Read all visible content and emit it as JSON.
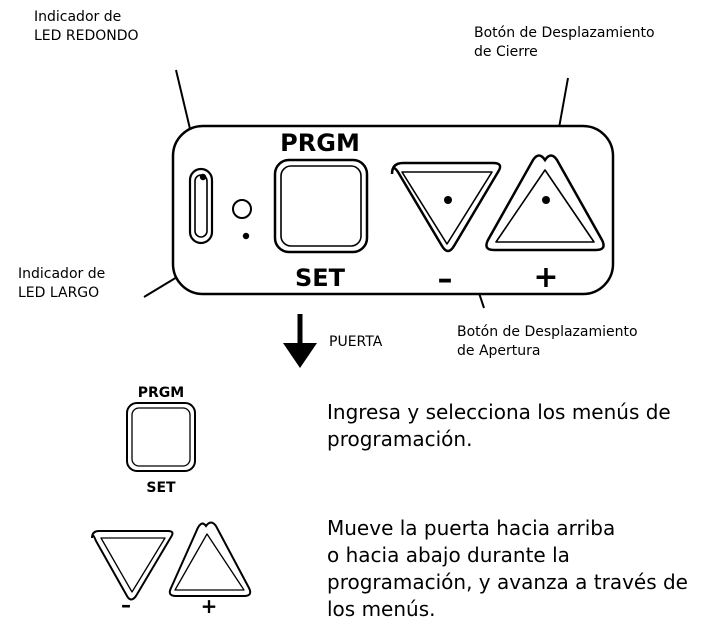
{
  "callouts": {
    "round_led": [
      "Indicador de",
      "LED REDONDO"
    ],
    "close_button": [
      "Botón de Desplazamiento",
      "de Cierre"
    ],
    "long_led": [
      "Indicador de",
      "LED LARGO"
    ],
    "open_button": [
      "Botón de Desplazamiento",
      "de Apertura"
    ]
  },
  "panel": {
    "prgm_label": "PRGM",
    "set_label": "SET",
    "minus_label": "–",
    "plus_label": "+"
  },
  "door_arrow_label": "PUERTA",
  "descriptions": {
    "prgm_set": [
      "Ingresa y selecciona los menús de",
      "programación."
    ],
    "arrows": [
      "Mueve la puerta hacia arriba",
      "o hacia abajo durante la",
      "programación, y avanza a través de",
      "los menús."
    ]
  },
  "legend_small": {
    "prgm_label": "PRGM",
    "set_label": "SET",
    "minus_label": "–",
    "plus_label": "+"
  }
}
